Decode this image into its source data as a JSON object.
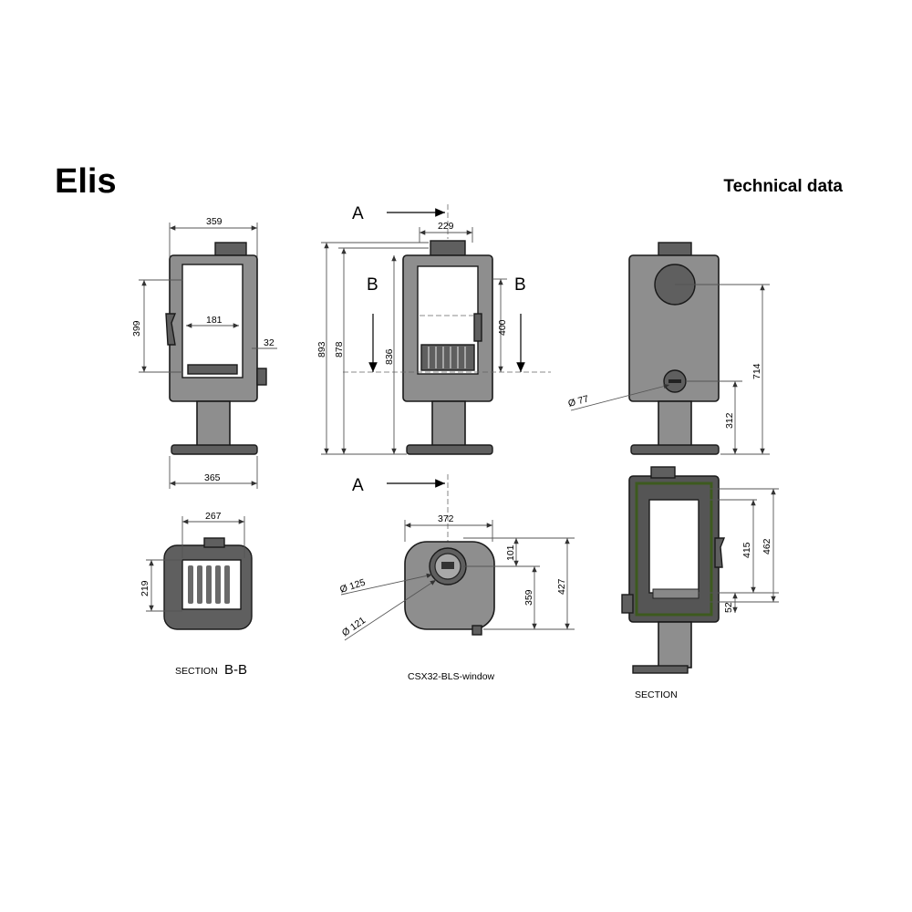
{
  "title": "Elis",
  "subtitle": "Technical data",
  "section_marks": {
    "a": "A",
    "b": "B"
  },
  "dims": {
    "w359": "359",
    "w365": "365",
    "h399": "399",
    "w181": "181",
    "w32": "32",
    "w229": "229",
    "h893": "893",
    "h878": "878",
    "h836": "836",
    "h400": "400",
    "d77": "Ø 77",
    "h714": "714",
    "h312": "312",
    "w267": "267",
    "h219": "219",
    "w372": "372",
    "d125": "Ø 125",
    "d121": "Ø 121",
    "h101": "101",
    "h359": "359",
    "h427": "427",
    "h415": "415",
    "h462": "462",
    "h52": "52"
  },
  "captions": {
    "section_bb_word": "SECTION",
    "section_bb_letters": "B-B",
    "top_view": "CSX32-BLS-window",
    "section_aa_partial": "SECTION"
  },
  "colors": {
    "body": "#8e8e8e",
    "dark": "#5f5f5f",
    "glass": "#ffffff",
    "insulation": "#3d5a1e"
  }
}
